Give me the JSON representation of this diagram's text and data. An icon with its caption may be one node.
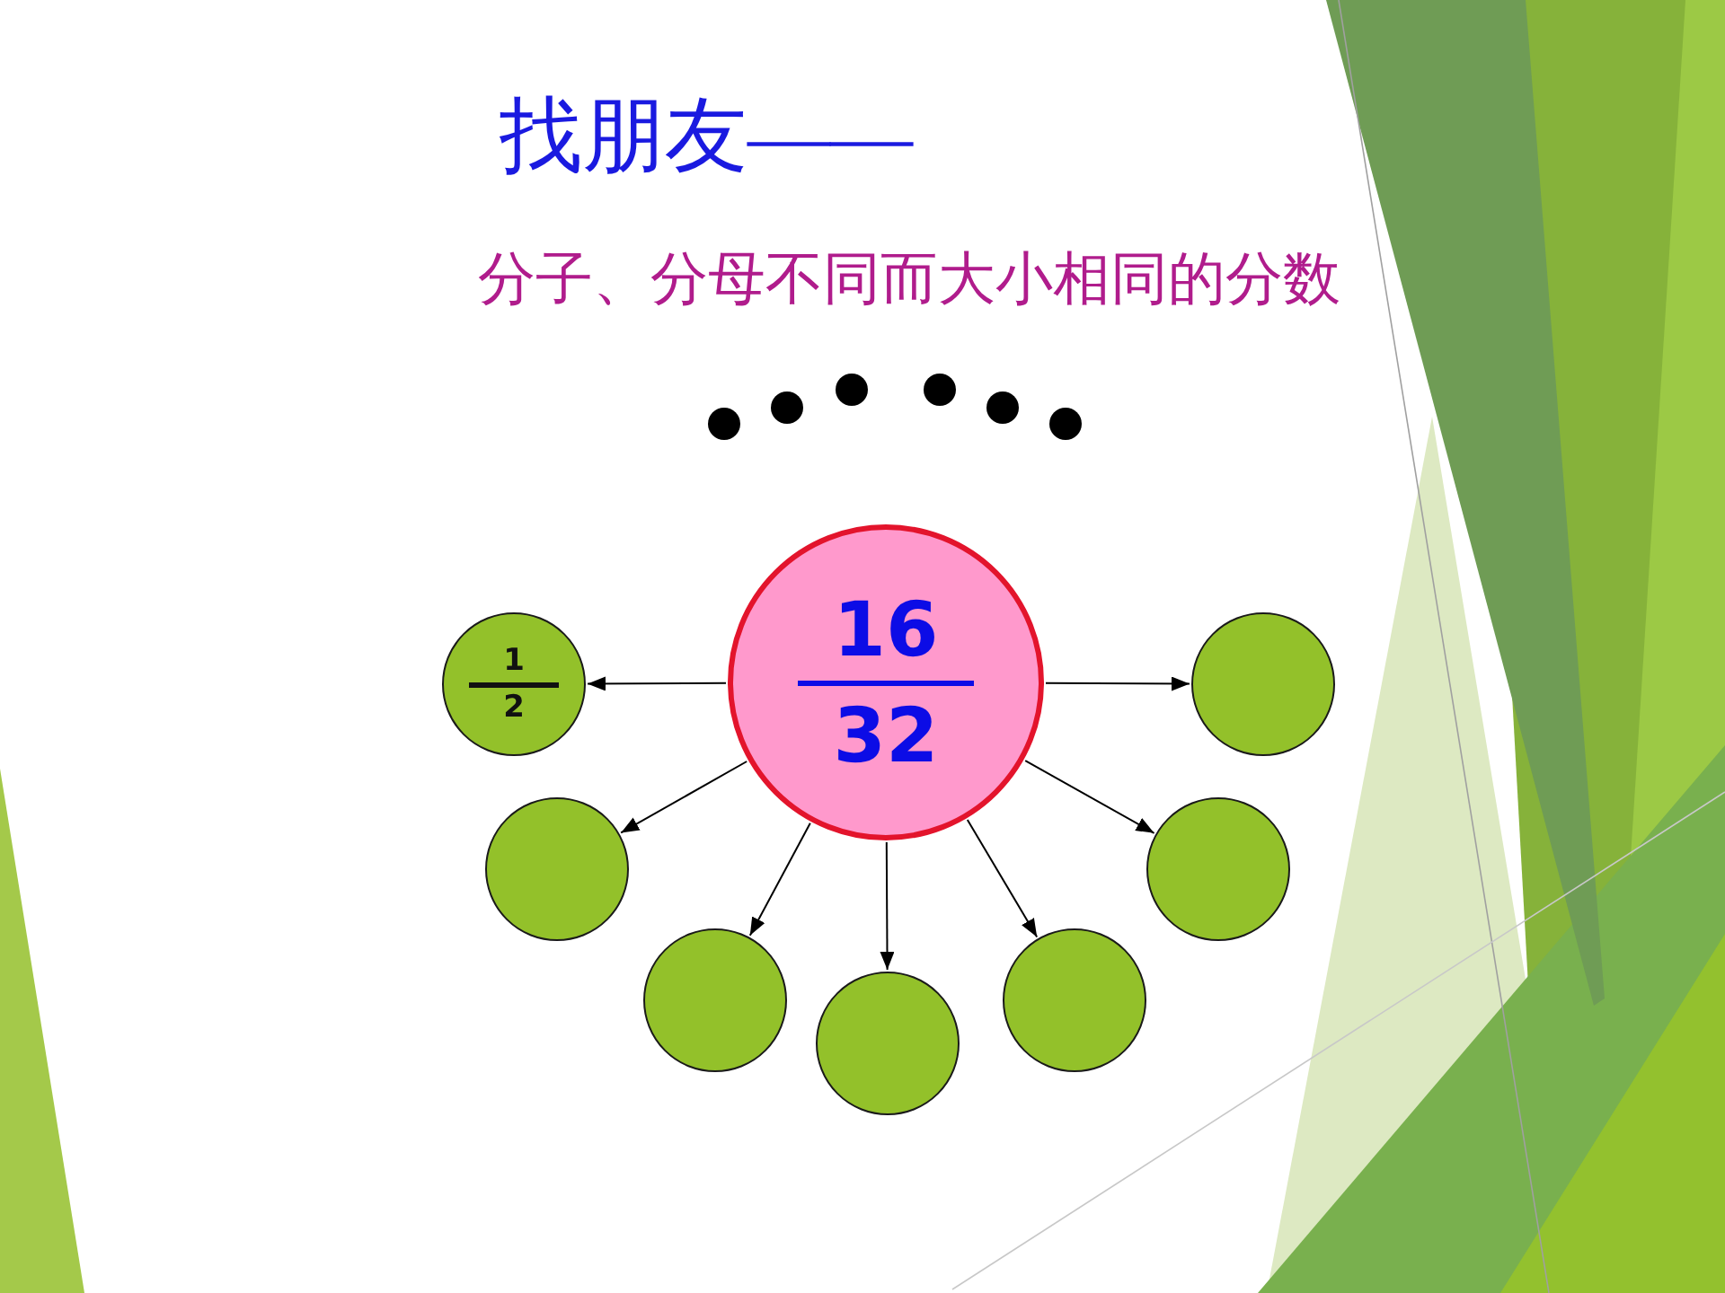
{
  "diagram": {
    "title": "找朋友——",
    "nodes": [
      {
        "text": [
          "16",
          "32"
        ]
      },
      {
        "text": [
          "1",
          "2"
        ]
      },
      {
        "text": [],
        "shape": "circle"
      },
      {
        "text": [],
        "shape": "circle"
      },
      {
        "text": [],
        "shape": "circle"
      },
      {
        "text": [],
        "shape": "circle"
      },
      {
        "text": [],
        "shape": "circle"
      },
      {
        "text": [],
        "shape": "circle"
      }
    ],
    "edges": [
      {
        "from": 0,
        "to": 1,
        "arrow": "to"
      },
      {
        "from": 0,
        "to": 2,
        "arrow": "to"
      },
      {
        "from": 0,
        "to": 3,
        "arrow": "to"
      },
      {
        "from": 0,
        "to": 4,
        "arrow": "to"
      },
      {
        "from": 0,
        "to": 5,
        "arrow": "to"
      },
      {
        "from": 0,
        "to": 6,
        "arrow": "to"
      },
      {
        "from": 0,
        "to": 7,
        "arrow": "to"
      }
    ],
    "labels": [
      "分子、分母不同而大小相同的分数"
    ]
  }
}
